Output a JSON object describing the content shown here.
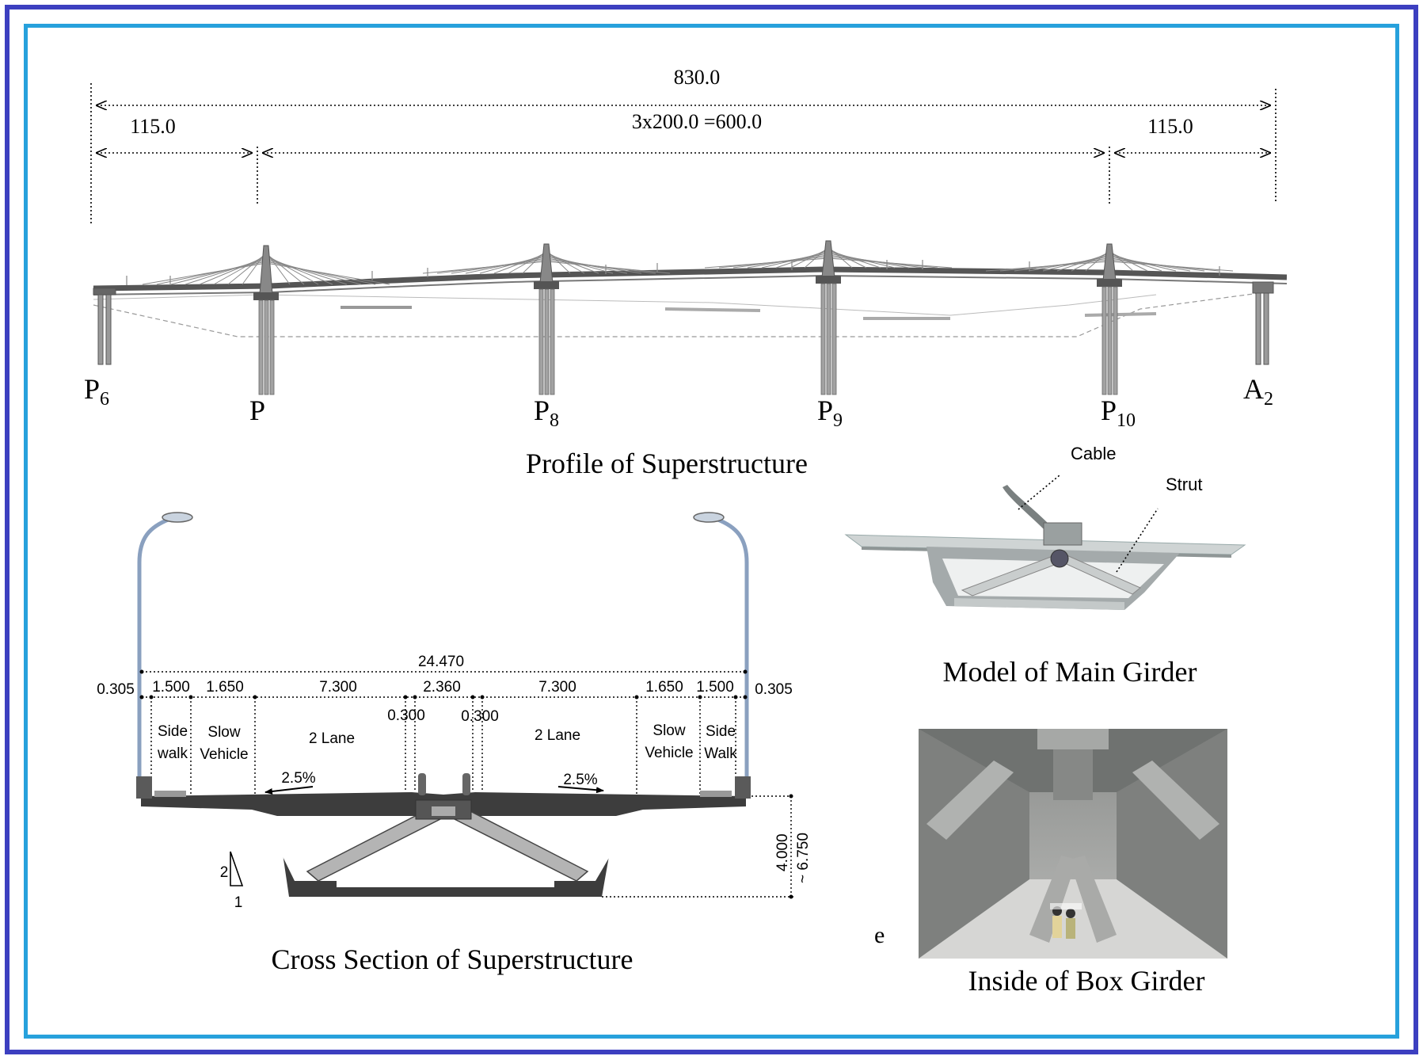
{
  "colors": {
    "outer_border": "#3c3fc0",
    "inner_border": "#27a1dc"
  },
  "profile": {
    "total": "830.0",
    "left_span": "115.0",
    "middle_span": "3x200.0 =600.0",
    "right_span": "115.0",
    "piers": [
      {
        "base": "P",
        "sub": "6"
      },
      {
        "base": "P",
        "sub": ""
      },
      {
        "base": "P",
        "sub": "8"
      },
      {
        "base": "P",
        "sub": "9"
      },
      {
        "base": "P",
        "sub": "10"
      },
      {
        "base": "A",
        "sub": "2"
      }
    ],
    "caption": "Profile of Superstructure"
  },
  "cross_section": {
    "total_width": "24.470",
    "widths": {
      "edge_left": "0.305",
      "sidewalk_left": "1.500",
      "slow_left": "1.650",
      "lane_left": "7.300",
      "median": "2.360",
      "lane_right": "7.300",
      "slow_right": "1.650",
      "sidewalk_right": "1.500",
      "edge_right": "0.305",
      "barrier_left": "0.300",
      "barrier_right": "0.300"
    },
    "lanes": {
      "sidewalk_left_1": "Side",
      "sidewalk_left_2": "walk",
      "slow_left_1": "Slow",
      "slow_left_2": "Vehicle",
      "lane_left": "2 Lane",
      "lane_right": "2 Lane",
      "slow_right_1": "Slow",
      "slow_right_2": "Vehicle",
      "sidewalk_right_1": "Side",
      "sidewalk_right_2": "Walk"
    },
    "slope_left": "2.5%",
    "slope_right": "2.5%",
    "depth_1": "4.000",
    "depth_2": "~ 6.750",
    "ratio_v": "2",
    "ratio_h": "1",
    "caption": "Cross Section of Superstructure",
    "stray_text": "e"
  },
  "model": {
    "cable_label": "Cable",
    "strut_label": "Strut",
    "caption": "Model of Main Girder"
  },
  "inside": {
    "caption": "Inside of Box Girder"
  }
}
